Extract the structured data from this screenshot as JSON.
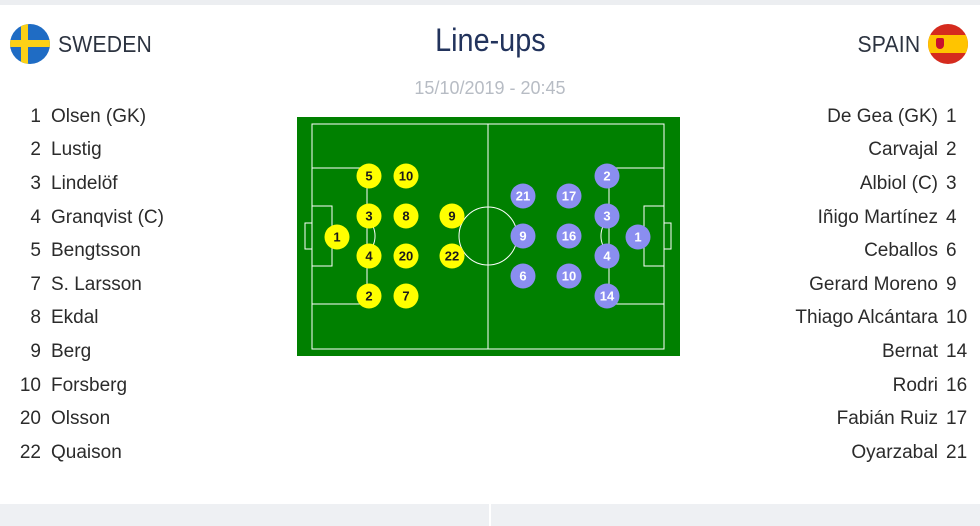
{
  "header": {
    "title": "Line-ups",
    "datetime": "15/10/2019 - 20:45"
  },
  "home": {
    "name": "SWEDEN",
    "flag": "sweden-flag",
    "dot_color": "#ffff00",
    "players": [
      {
        "num": "1",
        "name": "Olsen (GK)"
      },
      {
        "num": "2",
        "name": "Lustig"
      },
      {
        "num": "3",
        "name": "Lindelöf"
      },
      {
        "num": "4",
        "name": "Granqvist (C)"
      },
      {
        "num": "5",
        "name": "Bengtsson"
      },
      {
        "num": "7",
        "name": "S. Larsson"
      },
      {
        "num": "8",
        "name": "Ekdal"
      },
      {
        "num": "9",
        "name": "Berg"
      },
      {
        "num": "10",
        "name": "Forsberg"
      },
      {
        "num": "20",
        "name": "Olsson"
      },
      {
        "num": "22",
        "name": "Quaison"
      }
    ]
  },
  "away": {
    "name": "SPAIN",
    "flag": "spain-flag",
    "dot_color": "#8a8ef0",
    "players": [
      {
        "num": "1",
        "name": "De Gea (GK)"
      },
      {
        "num": "2",
        "name": "Carvajal"
      },
      {
        "num": "3",
        "name": "Albiol (C)"
      },
      {
        "num": "4",
        "name": "Iñigo Martínez"
      },
      {
        "num": "6",
        "name": "Ceballos"
      },
      {
        "num": "9",
        "name": "Gerard Moreno"
      },
      {
        "num": "10",
        "name": "Thiago Alcántara"
      },
      {
        "num": "14",
        "name": "Bernat"
      },
      {
        "num": "16",
        "name": "Rodri"
      },
      {
        "num": "17",
        "name": "Fabián Ruiz"
      },
      {
        "num": "21",
        "name": "Oyarzabal"
      }
    ]
  },
  "pitch": {
    "grass_color": "#008000",
    "line_color": "#ffffff"
  }
}
